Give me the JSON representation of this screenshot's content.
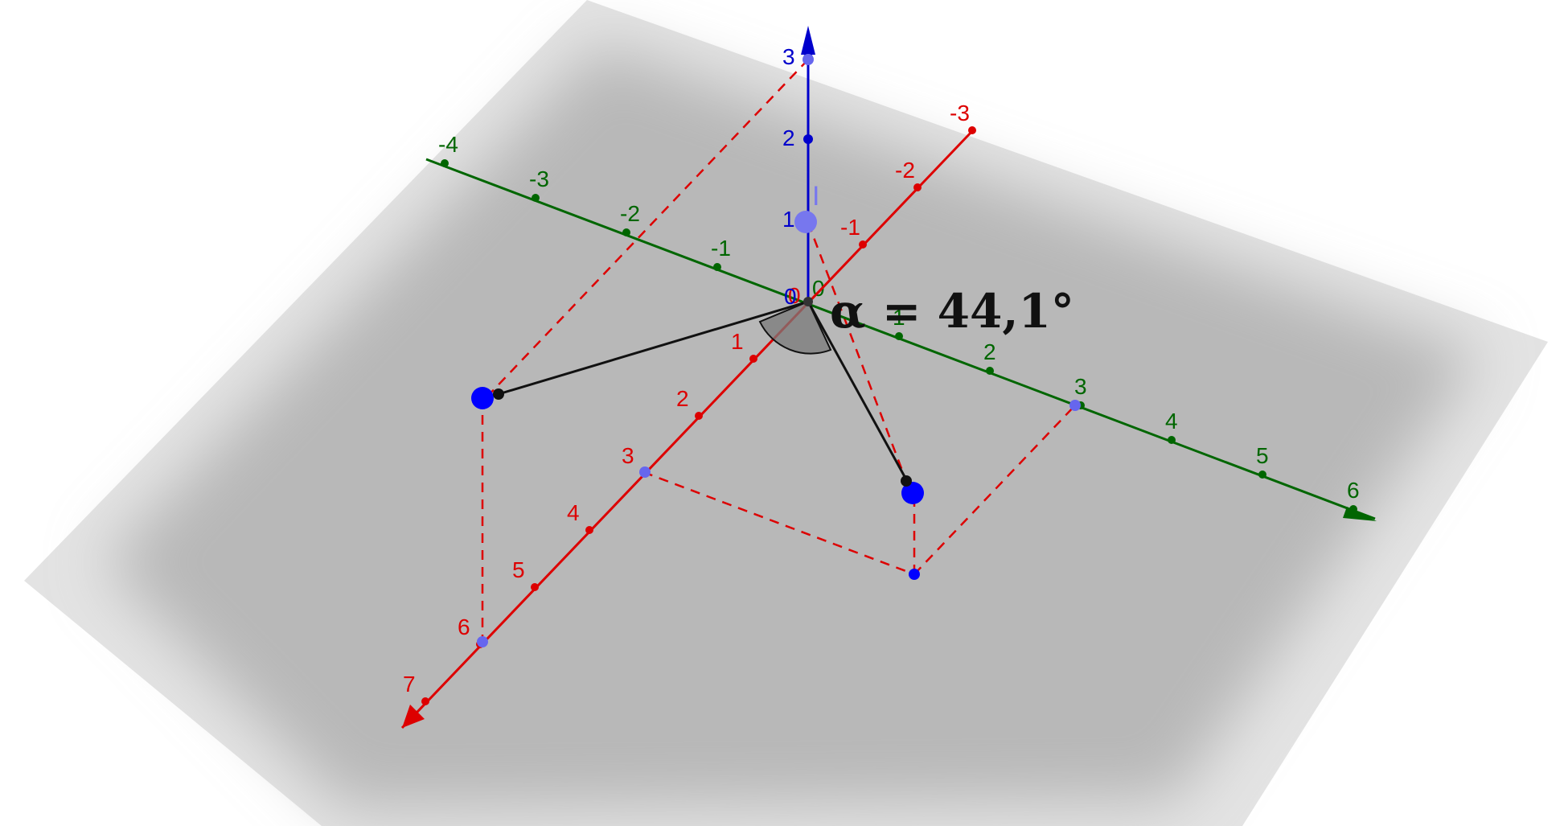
{
  "diagram": {
    "angle": {
      "symbol": "α",
      "value": "44,1°",
      "label": "α = 44,1°",
      "color": "#111111"
    },
    "point_label": "I",
    "axes": {
      "x": {
        "color": "#dd0000",
        "ticks": [
          "-3",
          "-2",
          "-1",
          "0",
          "1",
          "2",
          "3",
          "4",
          "5",
          "6",
          "7"
        ]
      },
      "y": {
        "color": "#006600",
        "ticks": [
          "-4",
          "-3",
          "-2",
          "-1",
          "0",
          "1",
          "2",
          "3",
          "4",
          "5",
          "6"
        ]
      },
      "z": {
        "color": "#0000cc",
        "ticks": [
          "0",
          "1",
          "2",
          "3"
        ]
      }
    },
    "colors": {
      "plane": "#b8b8b8",
      "construction": "#dd0000",
      "segment": "#111111",
      "point": "#0000ff",
      "light_point": "#6666ee"
    }
  }
}
